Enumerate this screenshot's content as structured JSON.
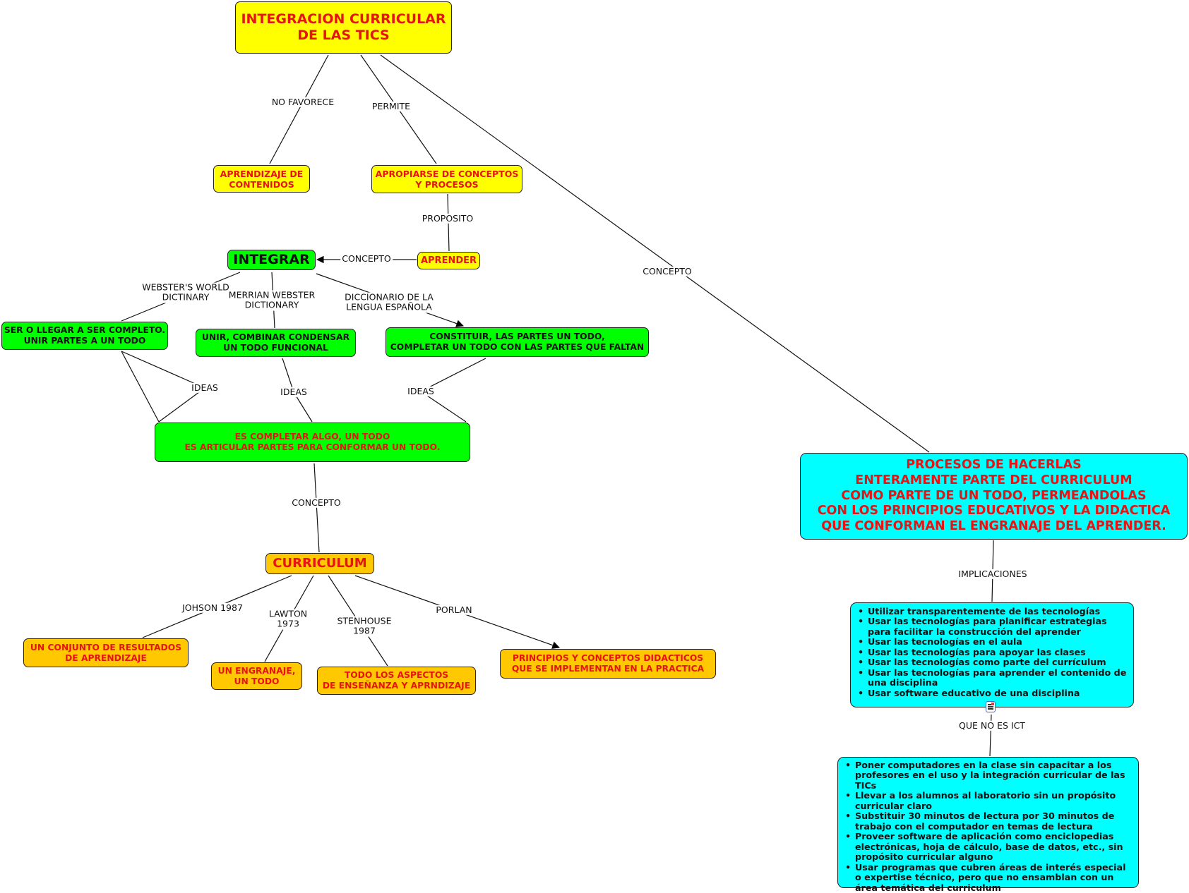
{
  "title": "INTEGRACION CURRICULAR\nDE LAS TICS",
  "nodes": {
    "title": "INTEGRACION CURRICULAR\nDE LAS TICS",
    "aprendizaje": "APRENDIZAJE DE\nCONTENIDOS",
    "apropiarse": "APROPIARSE DE CONCEPTOS\nY PROCESOS",
    "aprender": "APRENDER",
    "integrar": "INTEGRAR",
    "ser_completo": "SER O LLEGAR A SER COMPLETO.\nUNIR PARTES A UN TODO",
    "unir": "UNIR, COMBINAR CONDENSAR\nUN TODO FUNCIONAL",
    "constituir": "CONSTITUIR, LAS PARTES UN TODO,\nCOMPLETAR UN TODO CON LAS PARTES QUE FALTAN",
    "es_completar": "ES COMPLETAR ALGO, UN TODO\nES ARTICULAR PARTES PARA CONFORMAR UN TODO.",
    "curriculum": "CURRICULUM",
    "conjunto": "UN CONJUNTO DE RESULTADOS\nDE APRENDIZAJE",
    "engranaje": "UN ENGRANAJE,\nUN TODO",
    "todo_aspectos": "TODO LOS ASPECTOS\nDE ENSEÑANZA Y APRNDIZAJE",
    "principios": "PRINCIPIOS Y CONCEPTOS DIDACTICOS\nQUE SE IMPLEMENTAN EN LA PRACTICA",
    "procesos": "PROCESOS DE HACERLAS\nENTERAMENTE PARTE DEL CURRICULUM\nCOMO PARTE DE UN TODO, PERMEANDOLAS\nCON LOS PRINCIPIOS EDUCATIVOS Y LA DIDACTICA\nQUE CONFORMAN EL ENGRANAJE DEL APRENDER."
  },
  "implicaciones": [
    "Utilizar transparentemente de las tecnologías",
    "Usar las tecnologías para planificar estrategias para facilitar la construcción del aprender",
    "Usar las tecnologías en el aula",
    "Usar las tecnologías para apoyar las clases",
    "Usar las tecnologías como parte del currículum",
    "Usar las tecnologías para aprender el contenido de una disciplina",
    "Usar software educativo de una disciplina"
  ],
  "que_no_es_ict": [
    "Poner computadores en la clase sin capacitar a los profesores en el uso y la integración curricular de las TICs",
    "Llevar a los alumnos al laboratorio sin un propósito curricular claro",
    "Substituir 30 minutos de lectura por 30 minutos de trabajo con el computador en temas de lectura",
    "Proveer software de aplicación como enciclopedias electrónicas, hoja de cálculo, base de datos, etc., sin propósito curricular alguno",
    "Usar programas que cubren áreas de interés especial o expertise técnico, pero que no ensamblan con un área temática del curriculum"
  ],
  "links": {
    "no_favorece": "NO FAVORECE",
    "permite": "PERMITE",
    "concepto_main": "CONCEPTO",
    "proposito": "PROPOSITO",
    "concepto_aprender": "CONCEPTO",
    "websters": "WEBSTER'S WORLD\nDICTINARY",
    "merrian": "MERRIAN WEBSTER\nDICTIONARY",
    "diccionario": "DICCIONARIO DE LA\nLENGUA ESPAÑOLA",
    "ideas1": "IDEAS",
    "ideas2": "IDEAS",
    "ideas3": "IDEAS",
    "concepto_curr": "CONCEPTO",
    "johson": "JOHSON 1987",
    "lawton": "LAWTON\n1973",
    "stenhouse": "STENHOUSE\n1987",
    "porlan": "PORLAN",
    "implicaciones": "IMPLICACIONES",
    "que_no_es": "QUE NO ES ICT"
  },
  "colors": {
    "yellow": "#ffff00",
    "green": "#00ff00",
    "orange": "#ffc800",
    "cyan": "#00ffff",
    "red_text": "#e61414"
  }
}
